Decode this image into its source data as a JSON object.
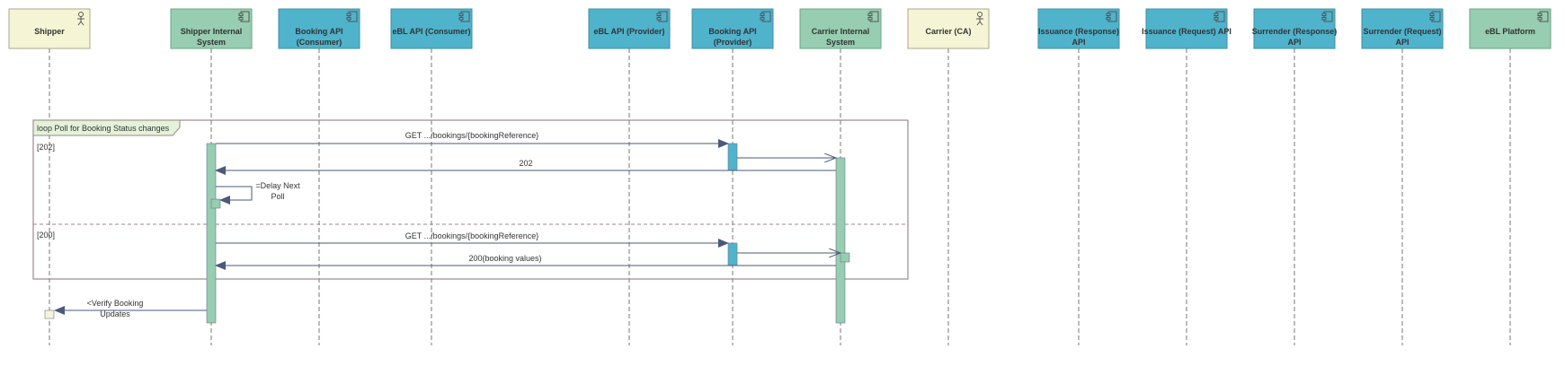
{
  "colors": {
    "actor_fill": "#f5f5d6",
    "actor_stroke": "#a8a88a",
    "api_fill": "#4fb3cc",
    "api_stroke": "#3c8fa4",
    "system_fill": "#97cdb0",
    "system_stroke": "#6aa386",
    "lifeline": "#777777",
    "arrow": "#4a5a78",
    "fragment_stroke": "#9a8a8a",
    "fragment_tab": "#e3f2d8",
    "activation_api": "#4fb3cc",
    "activation_system": "#97cdb0",
    "activation_actor": "#f5f5d6"
  },
  "participants": [
    {
      "id": "shipper",
      "label": [
        "Shipper"
      ],
      "kind": "actor",
      "icon": "actor-icon"
    },
    {
      "id": "shipper_internal",
      "label": [
        "Shipper Internal",
        "System"
      ],
      "kind": "system",
      "icon": "component-icon"
    },
    {
      "id": "booking_api_consumer",
      "label": [
        "Booking API",
        "(Consumer)"
      ],
      "kind": "api",
      "icon": "component-icon"
    },
    {
      "id": "ebl_api_consumer",
      "label": [
        "eBL API (Consumer)"
      ],
      "kind": "api",
      "icon": "component-icon"
    },
    {
      "id": "ebl_api_provider",
      "label": [
        "eBL API (Provider)"
      ],
      "kind": "api",
      "icon": "component-icon"
    },
    {
      "id": "booking_api_provider",
      "label": [
        "Booking API",
        "(Provider)"
      ],
      "kind": "api",
      "icon": "component-icon"
    },
    {
      "id": "carrier_internal",
      "label": [
        "Carrier Internal",
        "System"
      ],
      "kind": "system",
      "icon": "component-icon"
    },
    {
      "id": "carrier",
      "label": [
        "Carrier (CA)"
      ],
      "kind": "actor",
      "icon": "actor-icon"
    },
    {
      "id": "issuance_response",
      "label": [
        "Issuance (Response)",
        "API"
      ],
      "kind": "api",
      "icon": "component-icon"
    },
    {
      "id": "issuance_request",
      "label": [
        "Issuance (Request) API"
      ],
      "kind": "api",
      "icon": "component-icon"
    },
    {
      "id": "surrender_response",
      "label": [
        "Surrender (Response)",
        "API"
      ],
      "kind": "api",
      "icon": "component-icon"
    },
    {
      "id": "surrender_request",
      "label": [
        "Surrender (Request)",
        "API"
      ],
      "kind": "api",
      "icon": "component-icon"
    },
    {
      "id": "ebl_platform",
      "label": [
        "eBL Platform"
      ],
      "kind": "system",
      "icon": "component-icon"
    }
  ],
  "fragment": {
    "label": "loop Poll for Booking Status changes",
    "guards": [
      "[202]",
      "[200]"
    ]
  },
  "messages": [
    {
      "id": "get-bookings-1",
      "label": [
        "GET .../bookings/{bookingReference}"
      ]
    },
    {
      "id": "response-202",
      "label": [
        "202"
      ]
    },
    {
      "id": "delay-next-poll",
      "label": [
        "=Delay Next",
        "Poll"
      ]
    },
    {
      "id": "get-bookings-2",
      "label": [
        "GET .../bookings/{bookingReference}"
      ]
    },
    {
      "id": "response-200",
      "label": [
        "200(booking values)"
      ]
    },
    {
      "id": "verify-booking-updates",
      "label": [
        "<Verify Booking",
        "Updates"
      ]
    }
  ]
}
